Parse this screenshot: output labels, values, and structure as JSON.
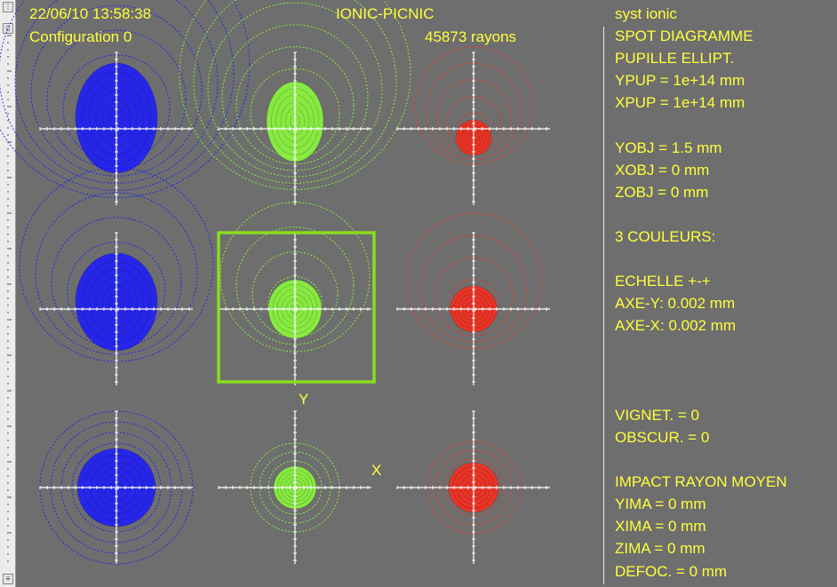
{
  "header": {
    "datetime": "22/06/10 13:58:38",
    "program": "IONIC-PICNIC",
    "configuration": "Configuration 0",
    "rays": "45873 rayons"
  },
  "axis_labels": {
    "y": "Y",
    "x": "X"
  },
  "info_panel": {
    "lines": [
      "syst ionic",
      "SPOT DIAGRAMME",
      "PUPILLE ELLIPT.",
      "YPUP = 1e+14 mm",
      "XPUP = 1e+14 mm",
      "",
      "YOBJ = 1.5 mm",
      "XOBJ = 0 mm",
      "ZOBJ = 0 mm",
      "",
      "3 COULEURS:",
      "",
      "ECHELLE +-+",
      "AXE-Y: 0.002 mm",
      "AXE-X: 0.002 mm",
      "",
      "",
      "",
      "VIGNET. = 0",
      "OBSCUR. = 0",
      "",
      "IMPACT RAYON MOYEN",
      "YIMA = 0 mm",
      "XIMA = 0 mm",
      "ZIMA = 0 mm",
      "DEFOC. = 0 mm"
    ]
  },
  "colors": {
    "background": "#6e6e6e",
    "text": "#ffff3c",
    "blue": "#1a1aff",
    "green": "#8cff3a",
    "red": "#ff2a1a",
    "selection": "#8cdc1e",
    "axis": "#ffffff"
  },
  "ruler": {
    "top_button_icon": "menu-icon",
    "bottom_button_icon": "lines-icon"
  }
}
